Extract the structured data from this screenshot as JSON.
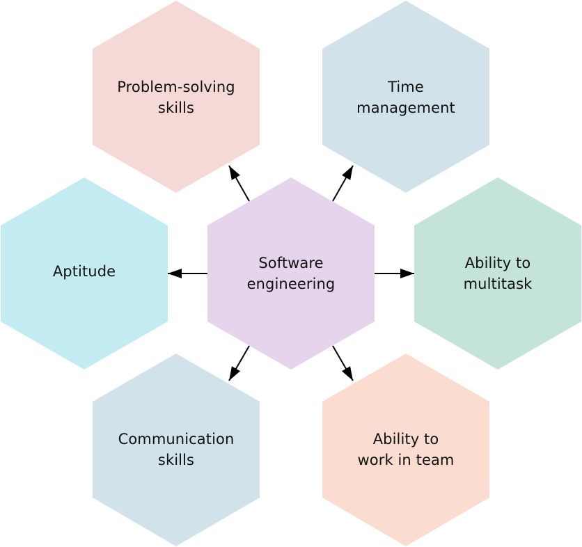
{
  "diagram": {
    "type": "hexagon-radial",
    "center": {
      "lines": [
        "Software",
        "engineering"
      ],
      "color": "#E6D4EC"
    },
    "nodes": [
      {
        "id": "problem-solving",
        "lines": [
          "Problem-solving",
          "skills"
        ],
        "color": "#F5D9D6",
        "position": "top-left"
      },
      {
        "id": "time-management",
        "lines": [
          "Time",
          "management"
        ],
        "color": "#D1E2EA",
        "position": "top-right"
      },
      {
        "id": "aptitude",
        "lines": [
          "Aptitude"
        ],
        "color": "#C3ECF2",
        "position": "left"
      },
      {
        "id": "multitask",
        "lines": [
          "Ability to",
          "multitask"
        ],
        "color": "#C4E3DB",
        "position": "right"
      },
      {
        "id": "communication",
        "lines": [
          "Communication",
          "skills"
        ],
        "color": "#D1E2EA",
        "position": "bottom-left"
      },
      {
        "id": "teamwork",
        "lines": [
          "Ability to",
          "work in team"
        ],
        "color": "#FADCD0",
        "position": "bottom-right"
      }
    ],
    "arrow_color": "#000000",
    "edges": [
      {
        "from": "center",
        "to": "problem-solving"
      },
      {
        "from": "center",
        "to": "time-management"
      },
      {
        "from": "center",
        "to": "aptitude"
      },
      {
        "from": "center",
        "to": "multitask"
      },
      {
        "from": "center",
        "to": "communication"
      },
      {
        "from": "center",
        "to": "teamwork"
      }
    ]
  }
}
